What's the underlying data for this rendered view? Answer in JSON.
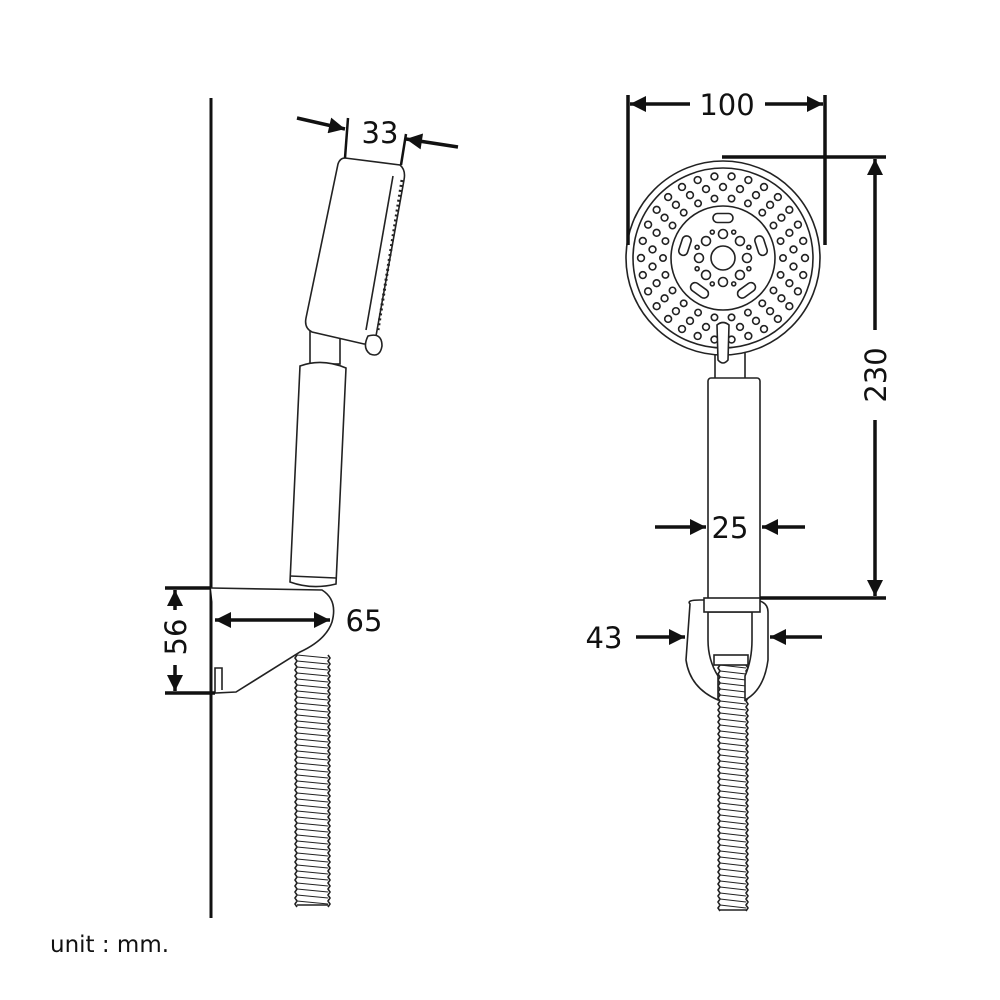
{
  "dimensions": {
    "head_depth": "33",
    "head_diameter": "100",
    "total_height": "230",
    "handle_width": "25",
    "holder_depth": "65",
    "holder_height": "56",
    "holder_width": "43"
  },
  "unit_label": "unit : mm.",
  "colors": {
    "line": "#111111",
    "background": "#ffffff"
  }
}
